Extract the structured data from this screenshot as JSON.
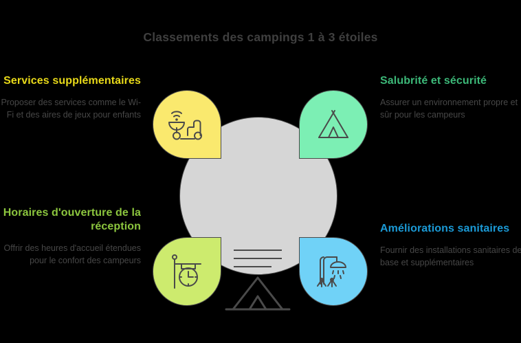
{
  "title": "Classements des campings 1 à 3 étoiles",
  "colors": {
    "background": "#000000",
    "title": "#3f3f3f",
    "body_text": "#474747",
    "center_circle": "#d6d6d6",
    "outline": "#4a4a4a",
    "yellow": "#fae96e",
    "yellow_heading": "#e8d919",
    "mint": "#7cefb4",
    "mint_heading": "#3cb878",
    "lime": "#cdeb6e",
    "lime_heading": "#8cc63e",
    "blue": "#70d2f7",
    "blue_heading": "#1b9ad6"
  },
  "center": {
    "icon": "tent-icon",
    "placeholder_lines": 3
  },
  "quadrants": [
    {
      "position": "top-left",
      "heading": "Services supplémentaires",
      "body": "Proposer des services comme le Wi-Fi et des aires de jeux pour enfants",
      "heading_color": "#e8d919",
      "blob_color": "#fae96e",
      "icon": "wifi-dish-and-ride-on-toy-icon"
    },
    {
      "position": "top-right",
      "heading": "Salubrité et sécurité",
      "body": "Assurer un environnement propre et sûr pour les campeurs",
      "heading_color": "#3cb878",
      "blob_color": "#7cefb4",
      "icon": "teepee-tent-icon"
    },
    {
      "position": "bottom-left",
      "heading": "Horaires d'ouverture de la réception",
      "body": "Offrir des heures d'accueil étendues pour le confort des campeurs",
      "heading_color": "#8cc63e",
      "blob_color": "#cdeb6e",
      "icon": "hanging-clock-sign-icon"
    },
    {
      "position": "bottom-right",
      "heading": "Améliorations sanitaires",
      "body": "Fournir des installations sanitaires de base et supplémentaires",
      "heading_color": "#1b9ad6",
      "blob_color": "#70d2f7",
      "icon": "shower-icon"
    }
  ]
}
